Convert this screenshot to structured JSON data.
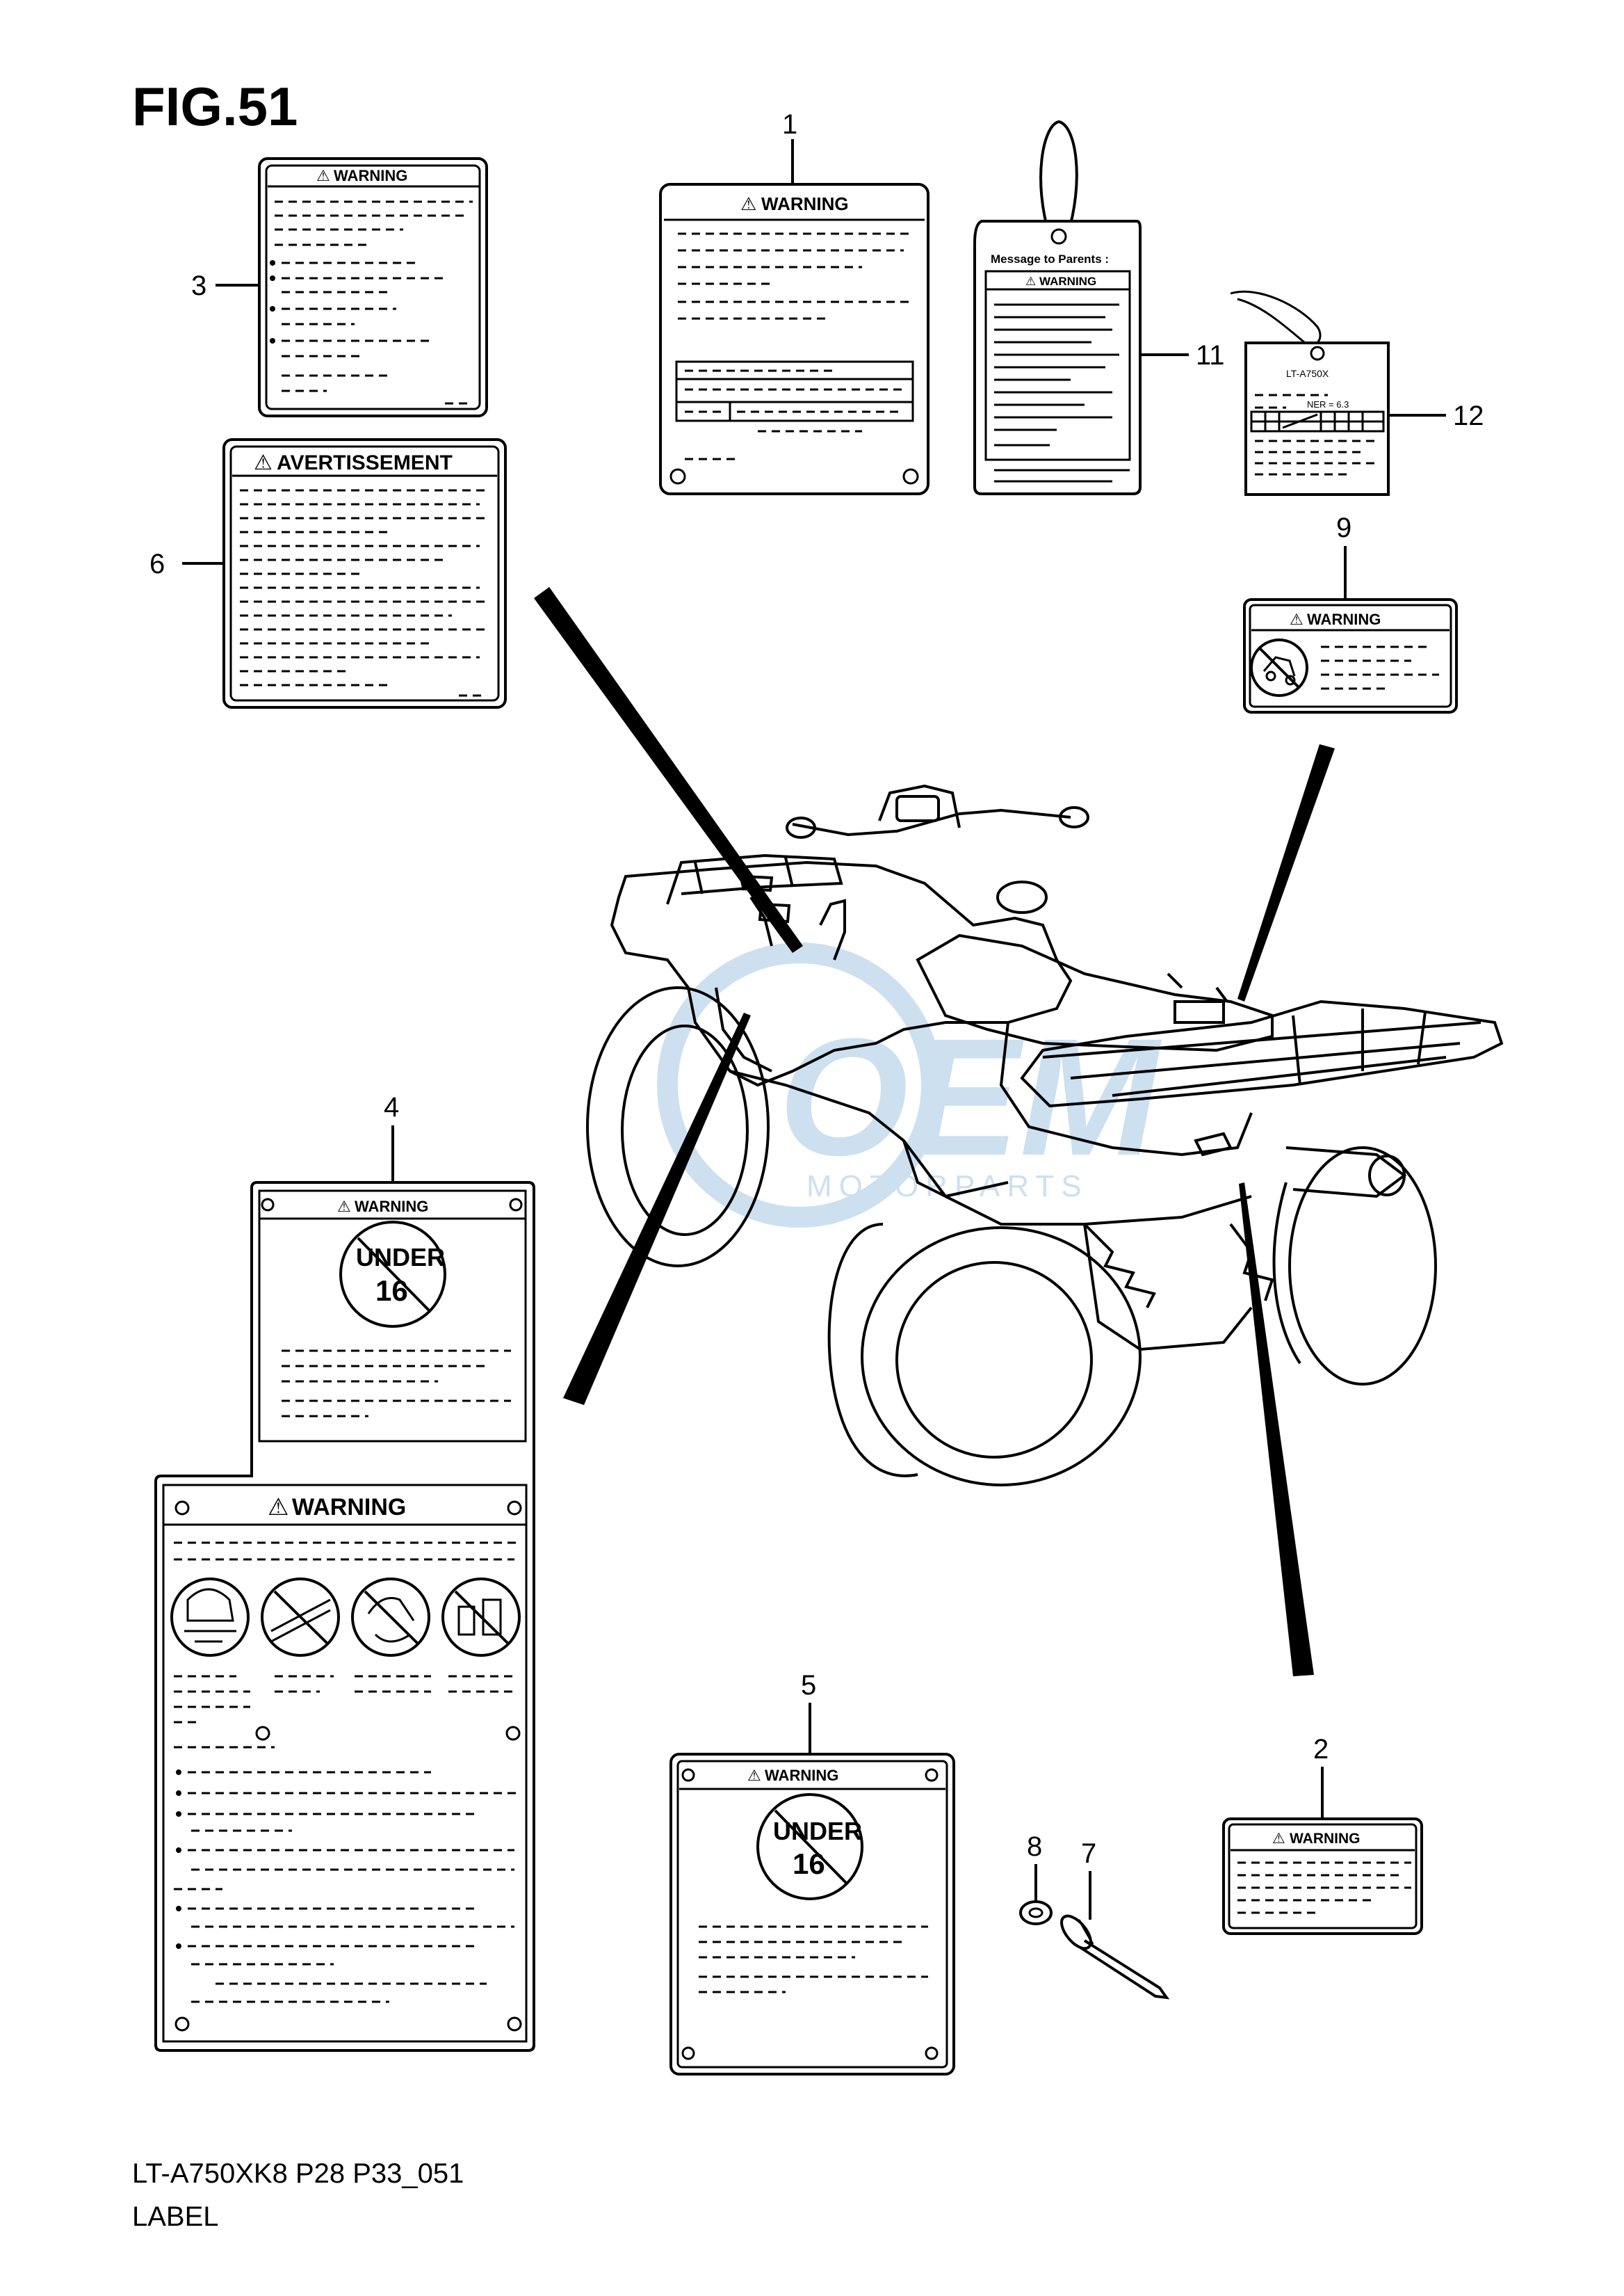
{
  "figure": {
    "title": "FIG.51",
    "model_code": "LT-A750XK8 P28 P33_051",
    "caption": "LABEL"
  },
  "callouts": [
    "1",
    "2",
    "3",
    "4",
    "5",
    "6",
    "7",
    "8",
    "9",
    "11",
    "12"
  ],
  "labels": {
    "warning": "WARNING",
    "avertissement": "AVERTISSEMENT",
    "parents_message": "Message to Parents :",
    "under_word": "UNDER",
    "under_age": "16",
    "model_tag": "LT-A750X",
    "ner_value": "NER = 6.3"
  },
  "watermark": {
    "brand": "OEM",
    "sub": "MOTORPARTS",
    "color": "#b9d3ea"
  },
  "colors": {
    "line": "#000000",
    "background": "#ffffff"
  }
}
